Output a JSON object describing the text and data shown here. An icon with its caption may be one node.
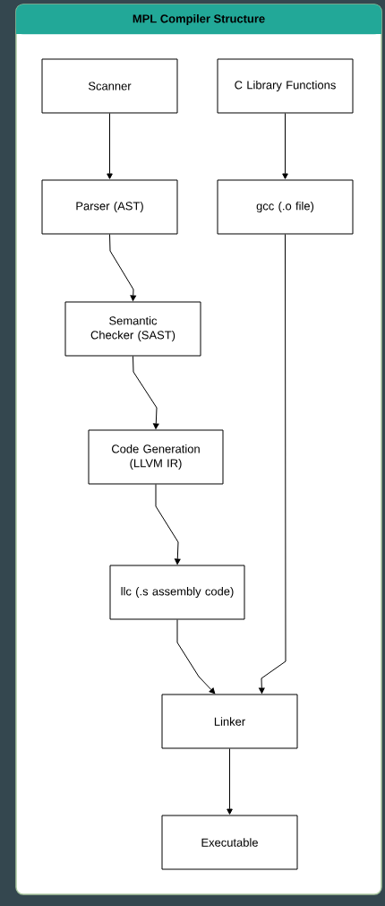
{
  "diagram": {
    "title": "MPL Compiler Structure",
    "nodes": [
      {
        "text": [
          "Scanner"
        ]
      },
      {
        "text": [
          "C Library Functions"
        ]
      },
      {
        "text": [
          "Parser (AST)"
        ]
      },
      {
        "text": [
          "gcc (.o file)"
        ]
      },
      {
        "text": [
          "Semantic Checker (SAST)"
        ]
      },
      {
        "text": [
          "Code Generation (LLVM IR)"
        ]
      },
      {
        "text": [
          "llc (.s assembly code)"
        ]
      },
      {
        "text": [
          "Linker"
        ]
      },
      {
        "text": [
          "Executable"
        ]
      }
    ],
    "edges": [
      {
        "from": 0,
        "to": 2,
        "arrow": "to"
      },
      {
        "from": 1,
        "to": 3,
        "arrow": "to"
      },
      {
        "from": 2,
        "to": 4,
        "arrow": "to"
      },
      {
        "from": 4,
        "to": 5,
        "arrow": "to"
      },
      {
        "from": 5,
        "to": 6,
        "arrow": "to"
      },
      {
        "from": 6,
        "to": 7,
        "arrow": "to"
      },
      {
        "from": 3,
        "to": 7,
        "arrow": "to"
      },
      {
        "from": 7,
        "to": 8,
        "arrow": "to"
      }
    ]
  }
}
